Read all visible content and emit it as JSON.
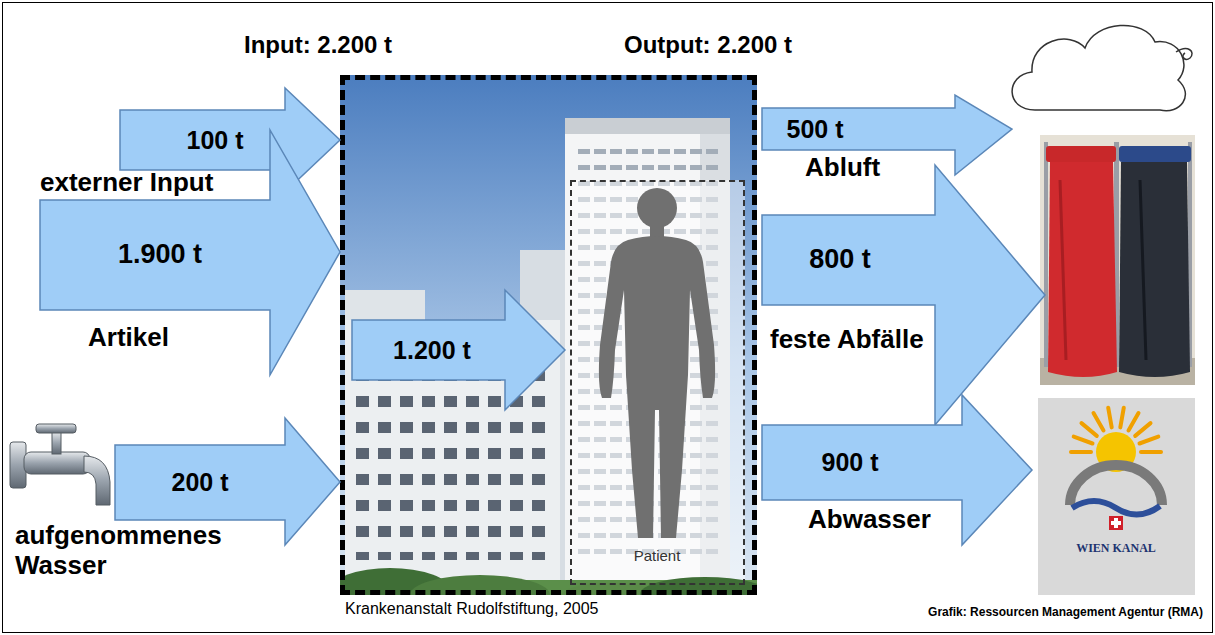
{
  "diagram": {
    "nodes": [
      {
        "text": [
          "Krankenanstalt Rudolfstiftung, 2005"
        ]
      },
      {
        "text": [
          "100 t",
          "externer Input"
        ]
      },
      {
        "text": [
          "1.900 t",
          "Artikel"
        ]
      },
      {
        "text": [
          "200 t",
          "aufgenommenes Wasser"
        ]
      },
      {
        "text": [
          "1.200 t"
        ],
        "in": 0
      },
      {
        "text": [
          "Patient"
        ],
        "in": 0
      },
      {
        "text": [
          "500 t",
          "Abluft"
        ]
      },
      {
        "text": [
          "800 t",
          "feste Abfälle"
        ]
      },
      {
        "text": [
          "900 t",
          "Abwasser"
        ]
      }
    ],
    "labels": [
      "Input: 2.200 t",
      "Output: 2.200 t",
      "WIEN KANAL",
      "Grafik: Ressourcen Management Agentur (RMA)"
    ]
  }
}
